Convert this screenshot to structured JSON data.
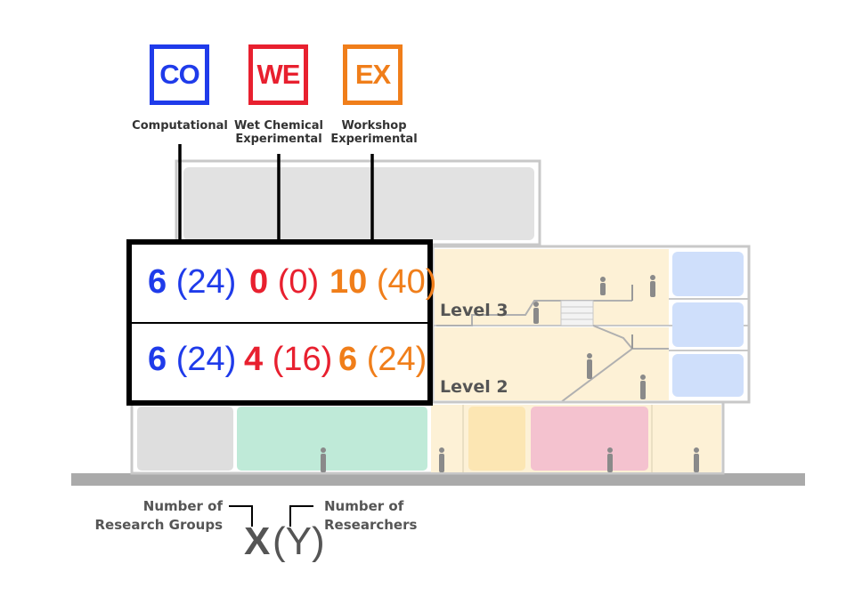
{
  "categories": [
    {
      "code": "CO",
      "label_line1": "Computational",
      "label_line2": "",
      "color": "#1f3bea"
    },
    {
      "code": "WE",
      "label_line1": "Wet Chemical",
      "label_line2": "Experimental",
      "color": "#e8202f"
    },
    {
      "code": "EX",
      "label_line1": "Workshop",
      "label_line2": "Experimental",
      "color": "#f07e1a"
    }
  ],
  "levels": [
    {
      "label": "Level 3",
      "values": [
        {
          "x": "6",
          "y": "(24)"
        },
        {
          "x": "0",
          "y": "(0)"
        },
        {
          "x": "10",
          "y": "(40)"
        }
      ]
    },
    {
      "label": "Level 2",
      "values": [
        {
          "x": "6",
          "y": "(24)"
        },
        {
          "x": "4",
          "y": "(16)"
        },
        {
          "x": "6",
          "y": "(24)"
        }
      ]
    }
  ],
  "legend": {
    "groups_line1": "Number of",
    "groups_line2": "Research Groups",
    "researchers_line1": "Number of",
    "researchers_line2": "Researchers",
    "x_symbol": "X",
    "y_symbol": "(Y)"
  },
  "colors": {
    "building_outline": "#c8c8c8",
    "upper_block": "#e2e2e2",
    "cream": "#fdf1d6",
    "blue_room": "#cfdffb",
    "green_room": "#bfead8",
    "yellow_room": "#fce6b3",
    "pink_room": "#f4c2cf",
    "grey_room": "#dedede",
    "ground": "#aaaaaa",
    "figure": "#8a8a8a"
  }
}
